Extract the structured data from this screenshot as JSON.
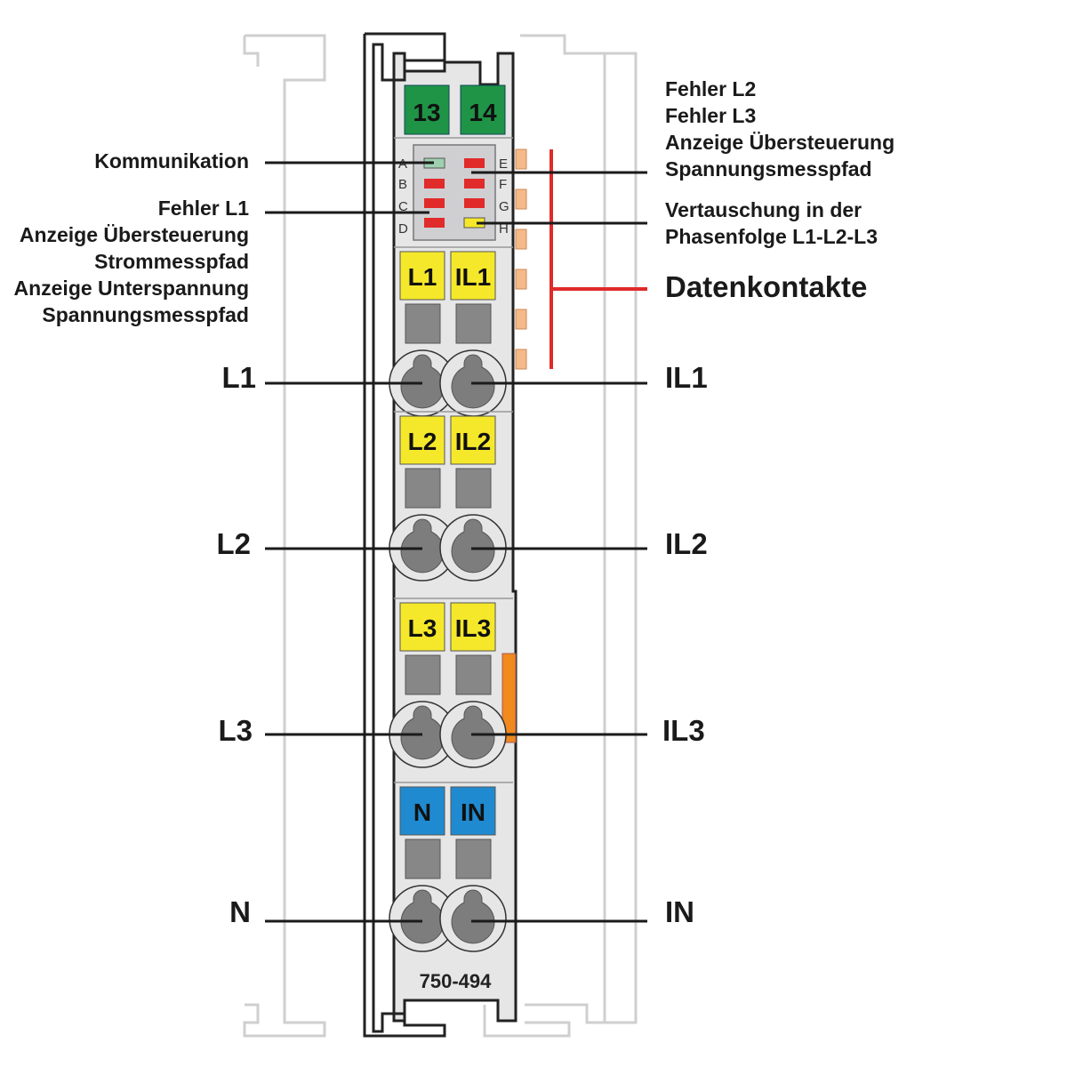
{
  "module": {
    "part_number": "750-494",
    "top_terminals": [
      "13",
      "14"
    ],
    "led_letters_left": [
      "A",
      "B",
      "C",
      "D"
    ],
    "led_letters_right": [
      "E",
      "F",
      "G",
      "H"
    ],
    "terminal_groups": [
      {
        "left": "L1",
        "right": "IL1",
        "color": "#f5e82a"
      },
      {
        "left": "L2",
        "right": "IL2",
        "color": "#f5e82a"
      },
      {
        "left": "L3",
        "right": "IL3",
        "color": "#f5e82a"
      },
      {
        "left": "N",
        "right": "IN",
        "color": "#1f8ad0"
      }
    ],
    "colors": {
      "green": "#1f9447",
      "red": "#e12a2a",
      "led_green": "#9ed0b0",
      "yellow_led": "#f5e82a",
      "orange": "#f5b98a",
      "accent_line": "#e02a2a"
    }
  },
  "callouts_left": {
    "kommunikation": "Kommunikation",
    "fehler_l1": [
      "Fehler L1",
      "Anzeige Übersteuerung",
      "Strommesspfad",
      "Anzeige Unterspannung",
      "Spannungsmesspfad"
    ]
  },
  "callouts_right": {
    "fehler_l2": [
      "Fehler L2",
      "Fehler L3",
      "Anzeige Übersteuerung",
      "Spannungsmesspfad"
    ],
    "vertauschung": [
      "Vertauschung in der",
      "Phasenfolge L1-L2-L3"
    ],
    "datenkontakte": "Datenkontakte"
  },
  "connections": {
    "left": [
      "L1",
      "L2",
      "L3",
      "N"
    ],
    "right": [
      "IL1",
      "IL2",
      "IL3",
      "IN"
    ]
  }
}
